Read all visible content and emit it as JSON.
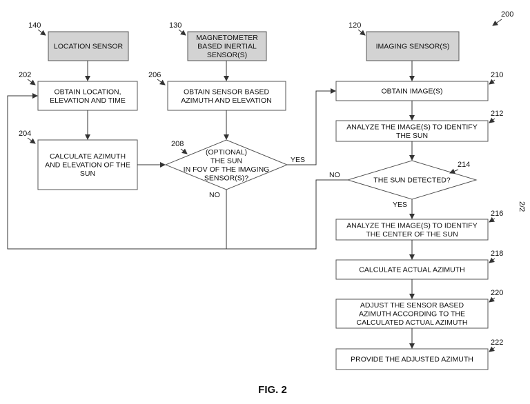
{
  "figure_number": "200",
  "figure_caption": "FIG. 2",
  "page_marker": "2/2",
  "sensors": {
    "location": {
      "ref": "140",
      "lines": [
        "LOCATION SENSOR"
      ]
    },
    "magnetometer": {
      "ref": "130",
      "lines": [
        "MAGNETOMETER",
        "BASED INERTIAL",
        "SENSOR(S)"
      ]
    },
    "imaging": {
      "ref": "120",
      "lines": [
        "IMAGING SENSOR(S)"
      ]
    }
  },
  "steps": {
    "s202": {
      "ref": "202",
      "lines": [
        "OBTAIN LOCATION,",
        "ELEVATION AND TIME"
      ]
    },
    "s204": {
      "ref": "204",
      "lines": [
        "CALCULATE AZIMUTH",
        "AND ELEVATION OF THE",
        "SUN"
      ]
    },
    "s206": {
      "ref": "206",
      "lines": [
        "OBTAIN SENSOR BASED",
        "AZIMUTH AND ELEVATION"
      ]
    },
    "s208": {
      "ref": "208",
      "lines": [
        "(OPTIONAL)",
        "THE SUN",
        "IN FOV OF THE IMAGING",
        "SENSOR(S)?"
      ]
    },
    "s210": {
      "ref": "210",
      "lines": [
        "OBTAIN IMAGE(S)"
      ]
    },
    "s212": {
      "ref": "212",
      "lines": [
        "ANALYZE THE IMAGE(S) TO IDENTIFY",
        "THE SUN"
      ]
    },
    "s214": {
      "ref": "214",
      "lines": [
        "THE SUN DETECTED?"
      ]
    },
    "s216": {
      "ref": "216",
      "lines": [
        "ANALYZE THE IMAGE(S) TO IDENTIFY",
        "THE CENTER OF THE SUN"
      ]
    },
    "s218": {
      "ref": "218",
      "lines": [
        "CALCULATE ACTUAL AZIMUTH"
      ]
    },
    "s220": {
      "ref": "220",
      "lines": [
        "ADJUST THE SENSOR BASED",
        "AZIMUTH ACCORDING TO THE",
        "CALCULATED ACTUAL AZIMUTH"
      ]
    },
    "s222": {
      "ref": "222",
      "lines": [
        "PROVIDE THE ADJUSTED AZIMUTH"
      ]
    }
  },
  "edge_labels": {
    "yes_208": "YES",
    "no_208": "NO",
    "no_214": "NO",
    "yes_214": "YES"
  }
}
